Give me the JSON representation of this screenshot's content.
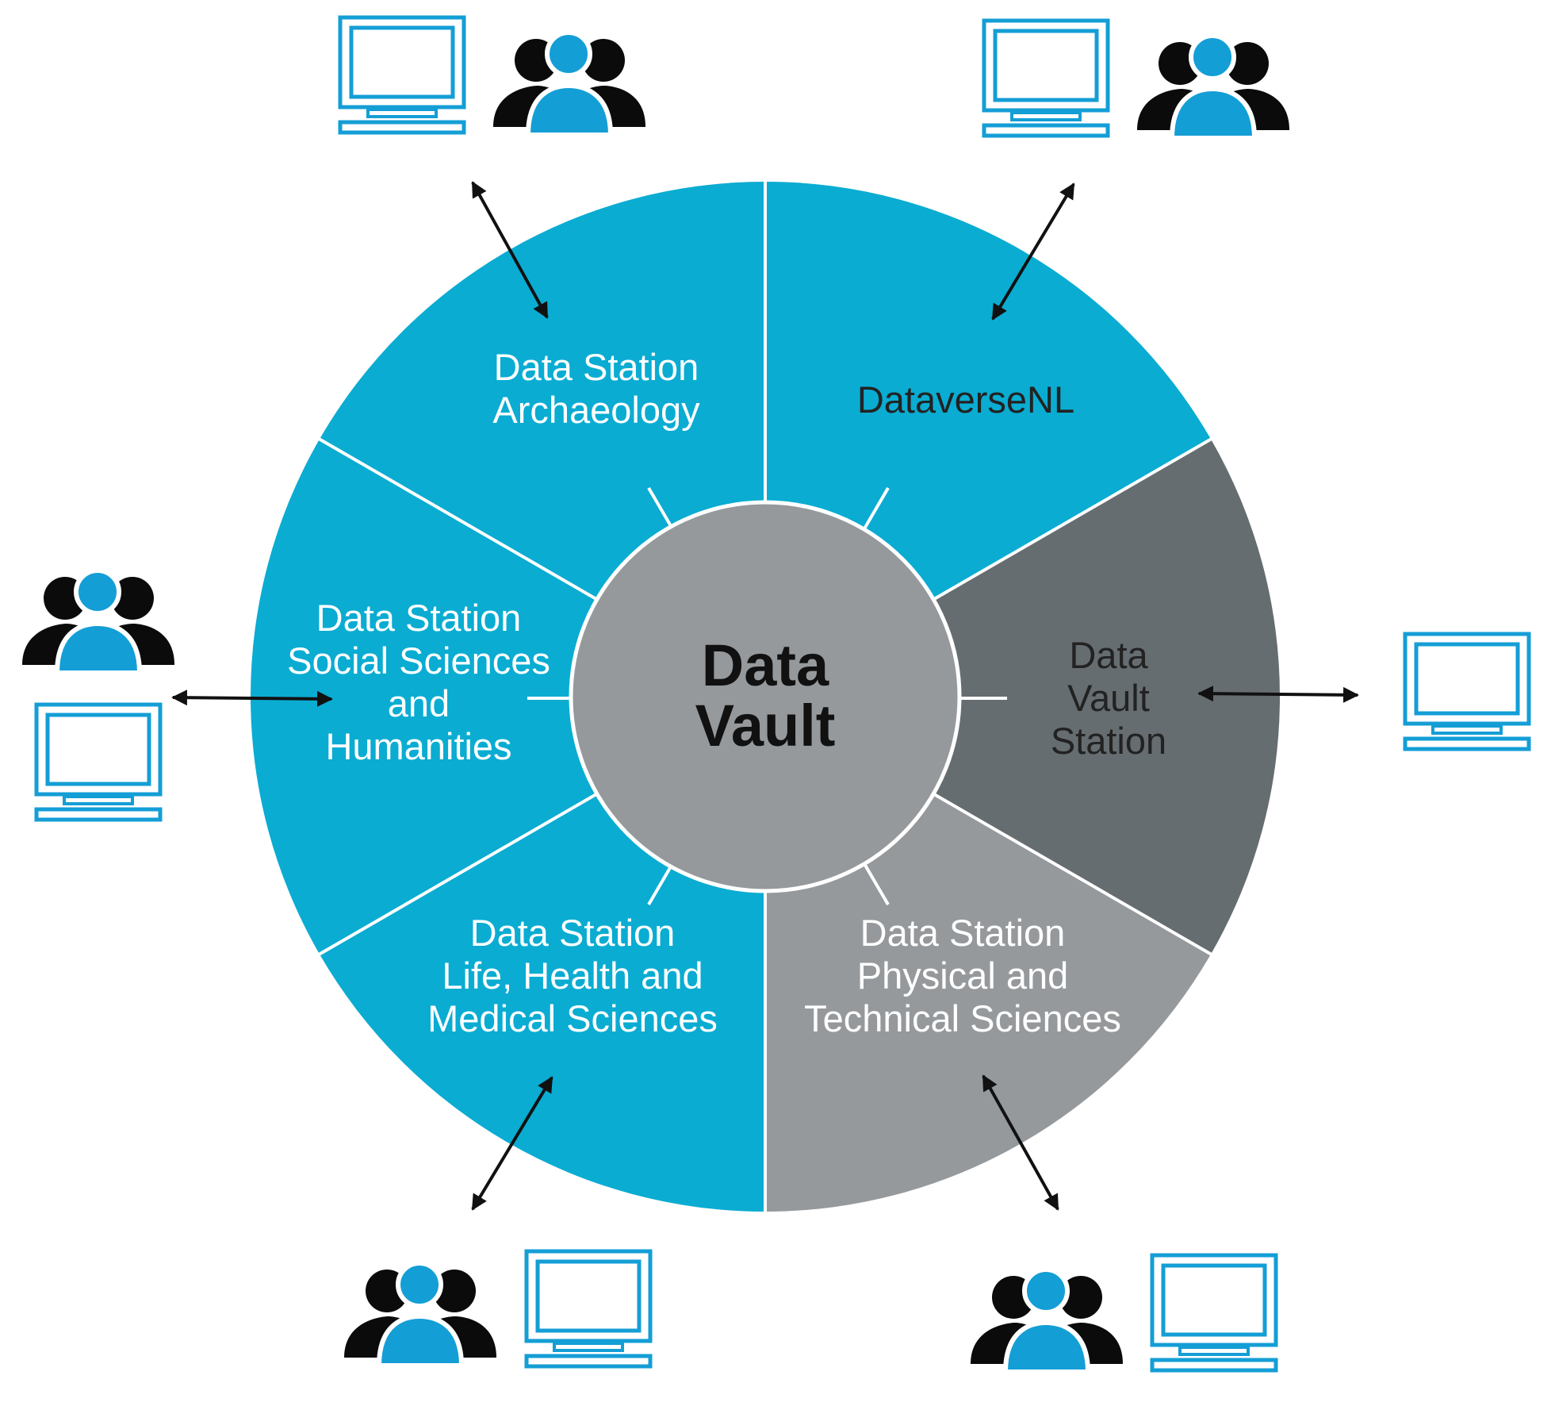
{
  "colors": {
    "blue_segment": "#0AACD2",
    "dark_gray_segment": "#666D70",
    "light_gray_segment": "#96999C",
    "core": "#96999C",
    "divider": "#ffffff",
    "text_light": "#ffffff",
    "text_dark": "#222222",
    "core_text": "#111111",
    "icon_blue": "#149ED6",
    "icon_black": "#0b0b0b",
    "arrow": "#111111"
  },
  "core": {
    "lines": [
      "Data",
      "Vault"
    ]
  },
  "segments": [
    {
      "id": "archaeology",
      "lines": [
        "Data Station",
        "Archaeology"
      ],
      "fill": "blue_segment",
      "text": "text_light"
    },
    {
      "id": "dataversenl",
      "lines": [
        "DataverseNL"
      ],
      "fill": "dark_gray_segment",
      "text": "text_dark"
    },
    {
      "id": "data-vault-station",
      "lines": [
        "Data",
        "Vault",
        "Station"
      ],
      "fill": "light_gray_segment",
      "text": "text_dark"
    },
    {
      "id": "physical-technical",
      "lines": [
        "Data Station",
        "Physical and",
        "Technical Sciences"
      ],
      "fill": "blue_segment",
      "text": "text_light"
    },
    {
      "id": "life-health-medical",
      "lines": [
        "Data Station",
        "Life, Health and",
        "Medical Sciences"
      ],
      "fill": "blue_segment",
      "text": "text_light"
    },
    {
      "id": "social-humanities",
      "lines": [
        "Data Station",
        "Social Sciences",
        "and",
        "Humanities"
      ],
      "fill": "blue_segment",
      "text": "text_light"
    }
  ],
  "icons": {
    "computer": "desktop-computer-icon",
    "users": "user-group-icon"
  }
}
